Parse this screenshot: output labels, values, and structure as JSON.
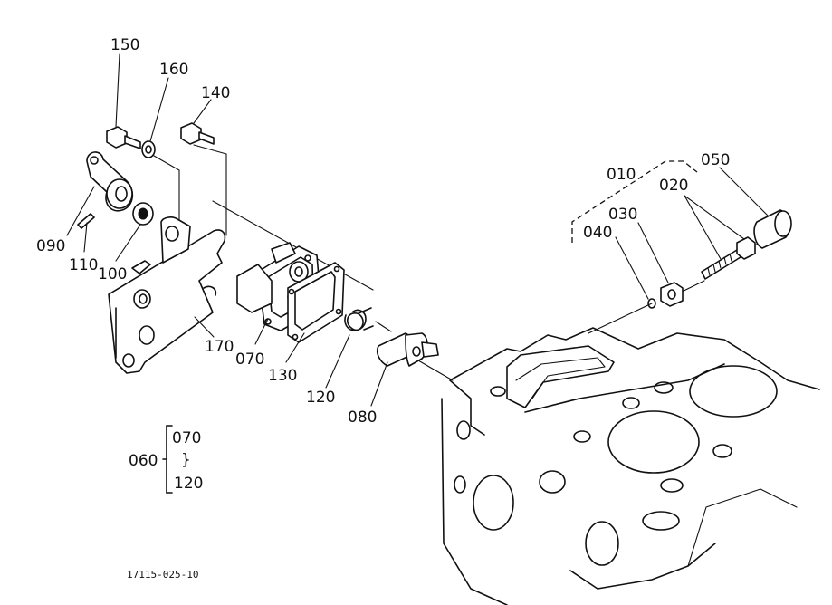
{
  "parts": {
    "p150": "150",
    "p160": "160",
    "p140": "140",
    "p090": "090",
    "p110": "110",
    "p100": "100",
    "p170": "170",
    "p070": "070",
    "p130": "130",
    "p120": "120",
    "p080": "080",
    "p010": "010",
    "p050": "050",
    "p020": "020",
    "p030": "030",
    "p040": "040"
  },
  "legend": {
    "group": "060",
    "from": "070",
    "tilde": "}",
    "to": "120"
  },
  "drawing_code": "17115-025-10"
}
